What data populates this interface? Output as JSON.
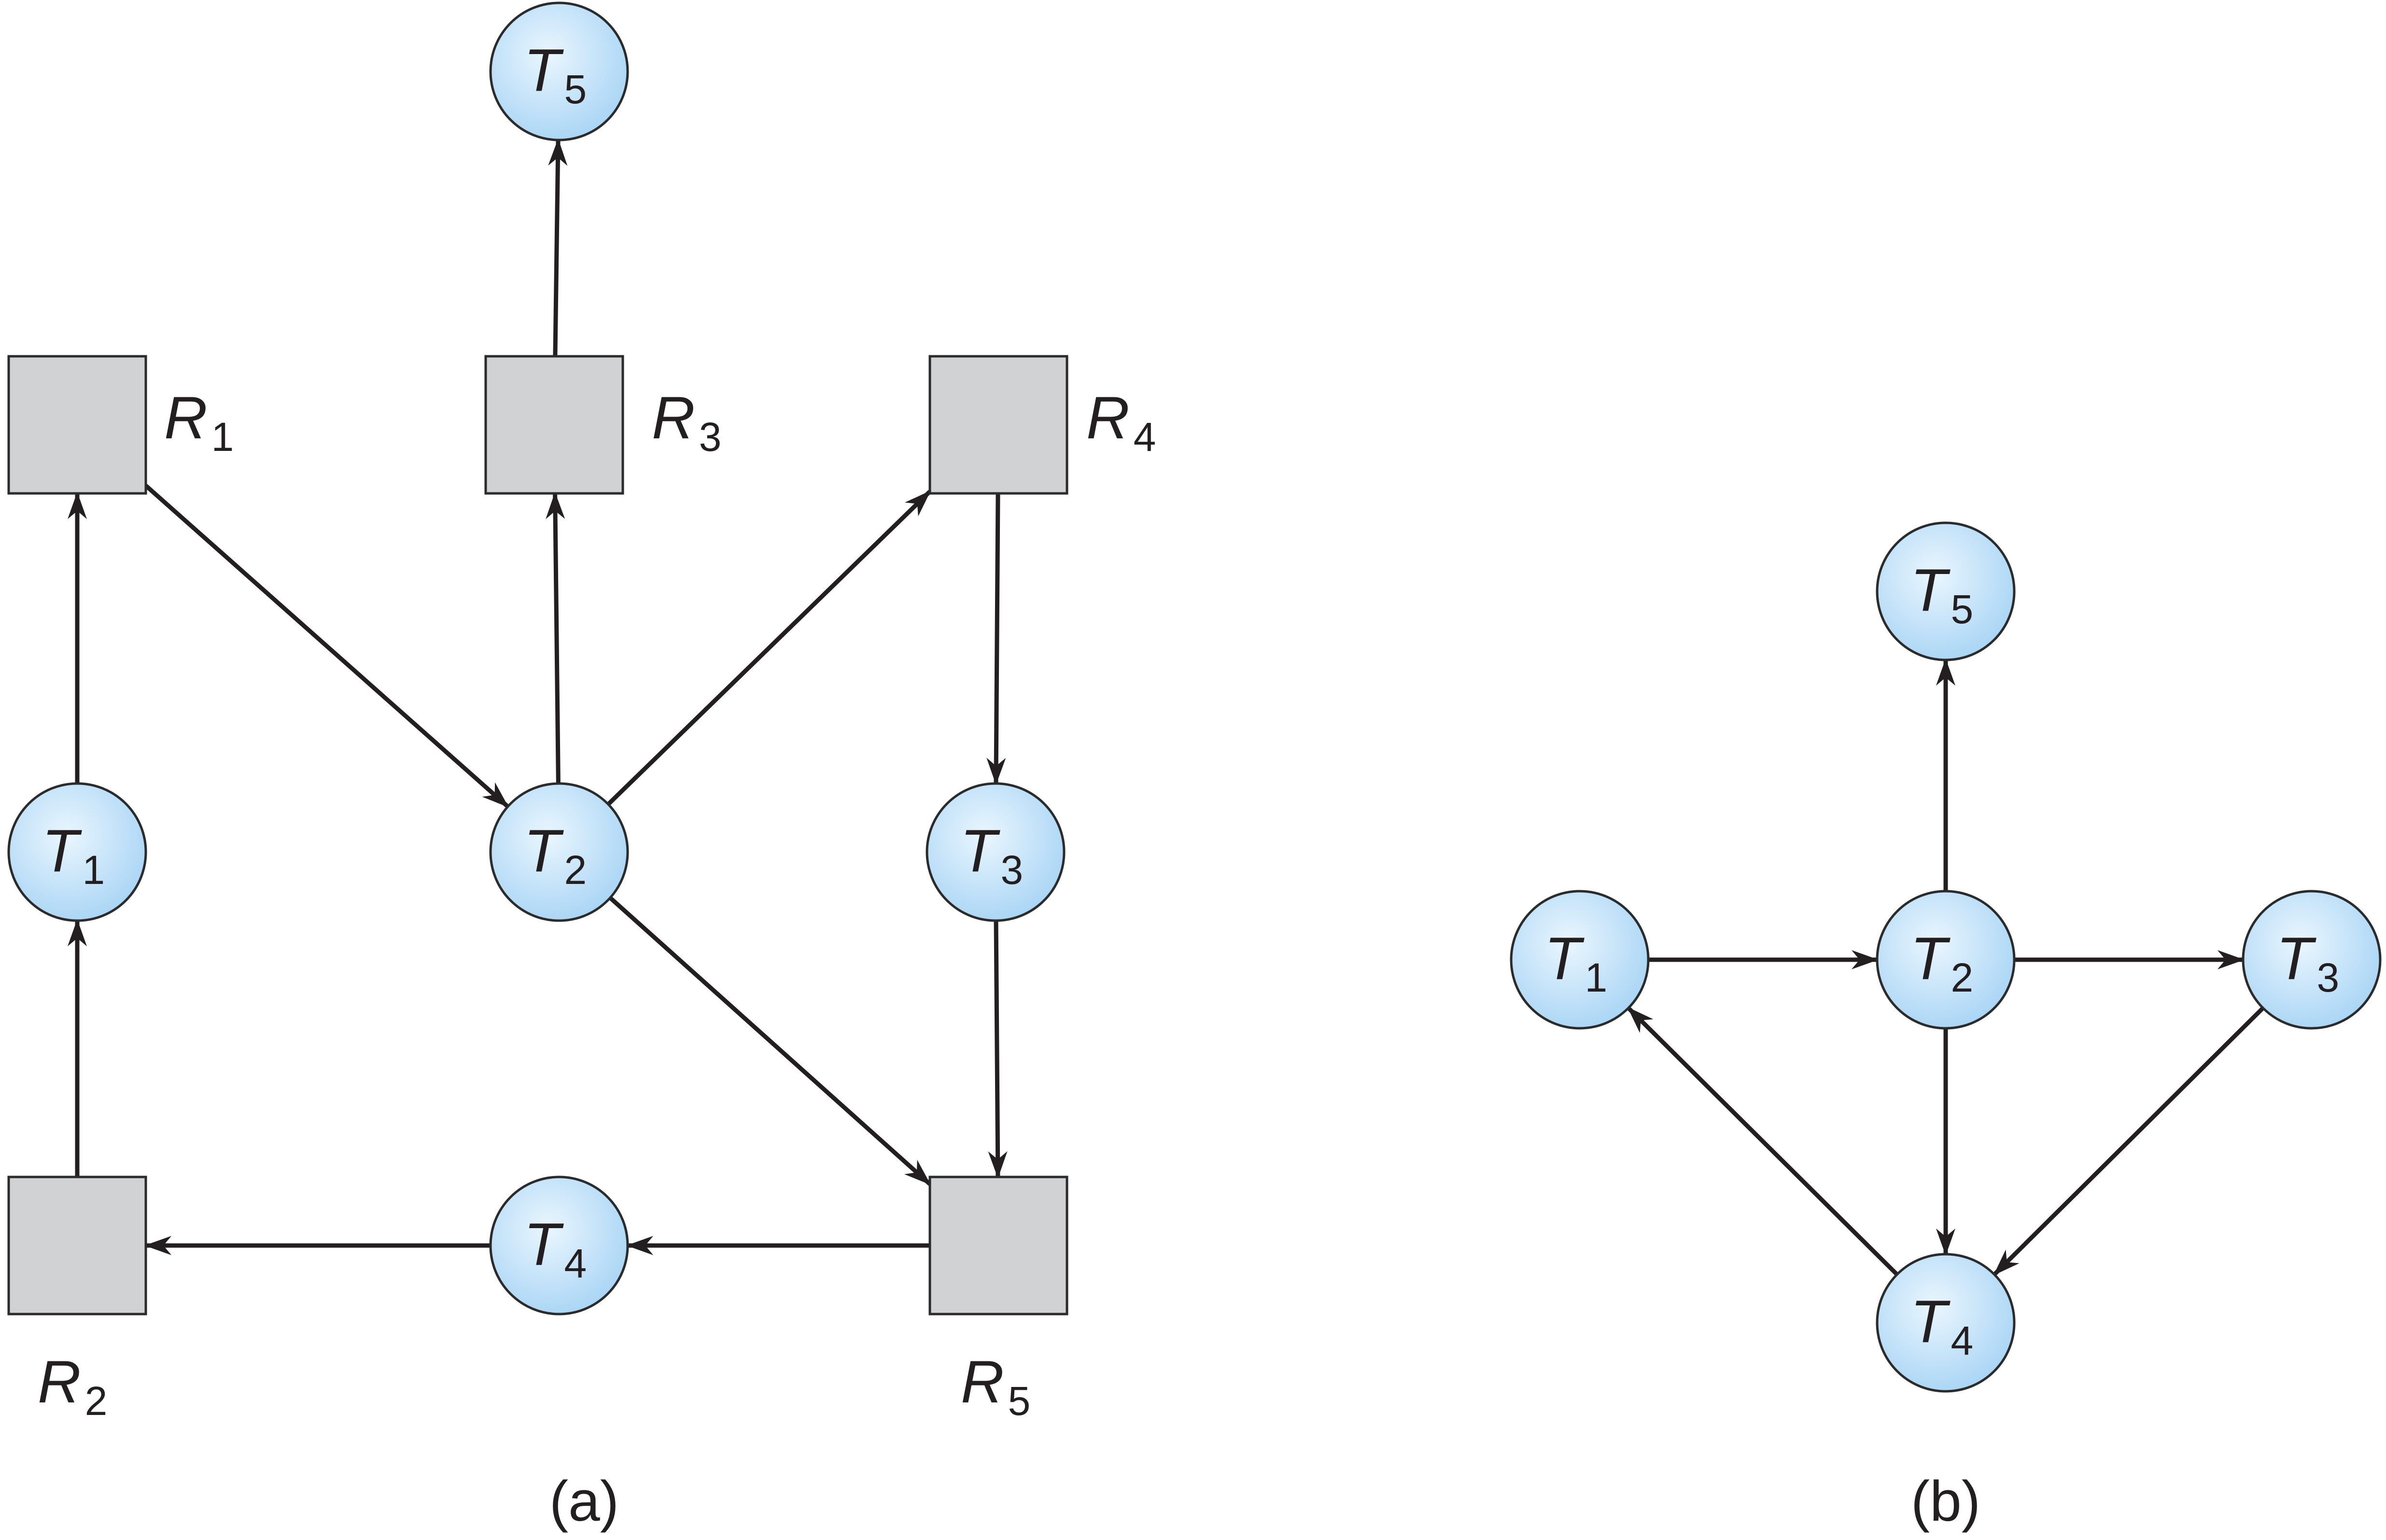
{
  "colors": {
    "thread_fill_center": "#eaf6fe",
    "thread_fill_edge": "#a9d5f5",
    "thread_stroke": "#2b2b2b",
    "resource_fill": "#d1d2d4",
    "resource_stroke": "#2b2b2b",
    "edge": "#231f20"
  },
  "panel_a": {
    "caption": "(a)",
    "threads": [
      {
        "id": "T5",
        "letter": "T",
        "sub": "5"
      },
      {
        "id": "T1",
        "letter": "T",
        "sub": "1"
      },
      {
        "id": "T2",
        "letter": "T",
        "sub": "2"
      },
      {
        "id": "T3",
        "letter": "T",
        "sub": "3"
      },
      {
        "id": "T4",
        "letter": "T",
        "sub": "4"
      }
    ],
    "resources": [
      {
        "id": "R1",
        "letter": "R",
        "sub": "1"
      },
      {
        "id": "R3",
        "letter": "R",
        "sub": "3"
      },
      {
        "id": "R4",
        "letter": "R",
        "sub": "4"
      },
      {
        "id": "R2",
        "letter": "R",
        "sub": "2"
      },
      {
        "id": "R5",
        "letter": "R",
        "sub": "5"
      }
    ],
    "edges": [
      {
        "from": "R3",
        "to": "T5"
      },
      {
        "from": "T1",
        "to": "R1"
      },
      {
        "from": "R2",
        "to": "T1"
      },
      {
        "from": "R1",
        "to": "T2"
      },
      {
        "from": "T2",
        "to": "R3"
      },
      {
        "from": "T2",
        "to": "R4"
      },
      {
        "from": "R4",
        "to": "T3"
      },
      {
        "from": "T2",
        "to": "R5"
      },
      {
        "from": "T3",
        "to": "R5"
      },
      {
        "from": "R5",
        "to": "T4"
      },
      {
        "from": "T4",
        "to": "R2"
      }
    ]
  },
  "panel_b": {
    "caption": "(b)",
    "threads": [
      {
        "id": "T5",
        "letter": "T",
        "sub": "5"
      },
      {
        "id": "T1",
        "letter": "T",
        "sub": "1"
      },
      {
        "id": "T2",
        "letter": "T",
        "sub": "2"
      },
      {
        "id": "T3",
        "letter": "T",
        "sub": "3"
      },
      {
        "id": "T4",
        "letter": "T",
        "sub": "4"
      }
    ],
    "edges": [
      {
        "from": "T2",
        "to": "T5"
      },
      {
        "from": "T1",
        "to": "T2"
      },
      {
        "from": "T2",
        "to": "T3"
      },
      {
        "from": "T2",
        "to": "T4"
      },
      {
        "from": "T3",
        "to": "T4"
      },
      {
        "from": "T4",
        "to": "T1"
      }
    ]
  }
}
